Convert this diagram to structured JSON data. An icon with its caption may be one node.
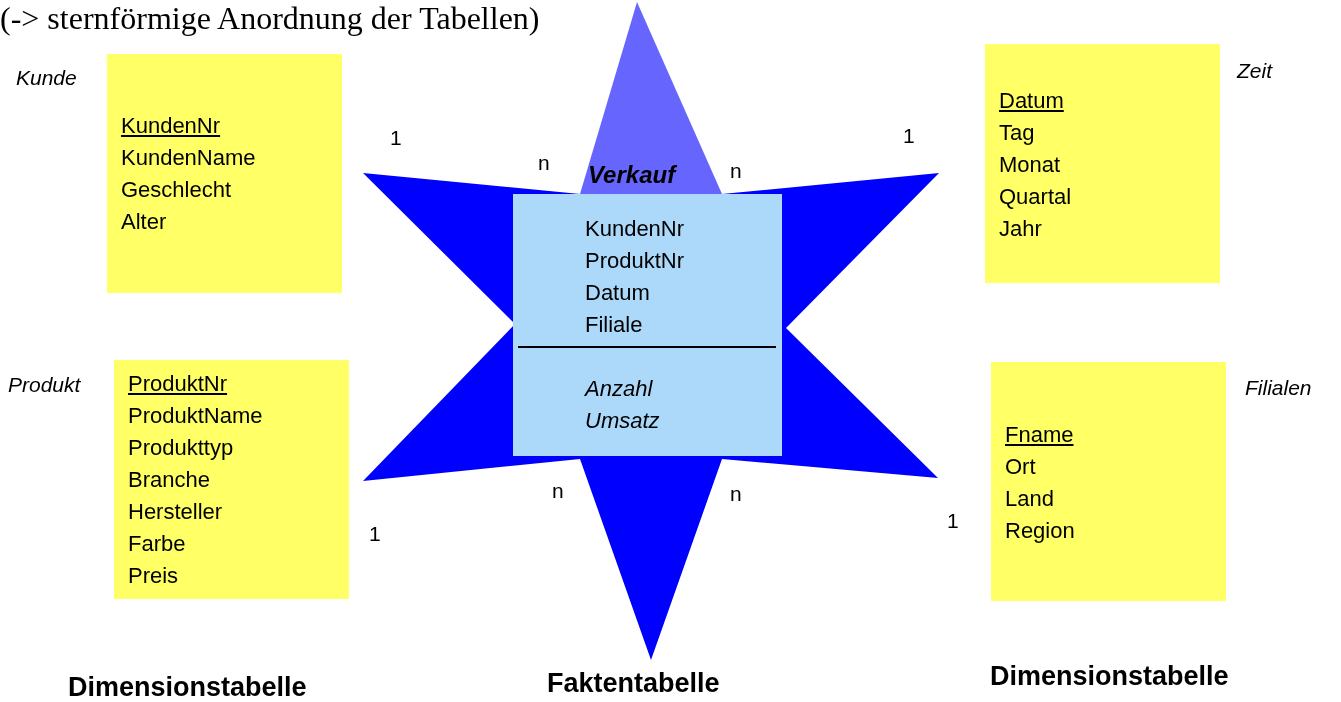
{
  "diagram": {
    "title": "(-> sternförmige Anordnung der Tabellen)",
    "nodes": [
      {
        "text": [
          "Kunde",
          "KundenNr",
          "KundenName",
          "Geschlecht",
          "Alter"
        ]
      },
      {
        "text": [
          "Zeit",
          "Datum",
          "Tag",
          "Monat",
          "Quartal",
          "Jahr"
        ]
      },
      {
        "text": [
          "Verkauf",
          "KundenNr",
          "ProduktNr",
          "Datum",
          "Filiale",
          "Anzahl",
          "Umsatz"
        ]
      },
      {
        "text": [
          "Produkt",
          "ProduktNr",
          "ProduktName",
          "Produkttyp",
          "Branche",
          "Hersteller",
          "Farbe",
          "Preis"
        ]
      },
      {
        "text": [
          "Filialen",
          "Fname",
          "Ort",
          "Land",
          "Region"
        ]
      }
    ],
    "labels": [
      "1",
      "1",
      "n",
      "n",
      "n",
      "n",
      "1",
      "1",
      "Dimensionstabelle",
      "Faktentabelle",
      "Dimensionstabelle"
    ]
  }
}
